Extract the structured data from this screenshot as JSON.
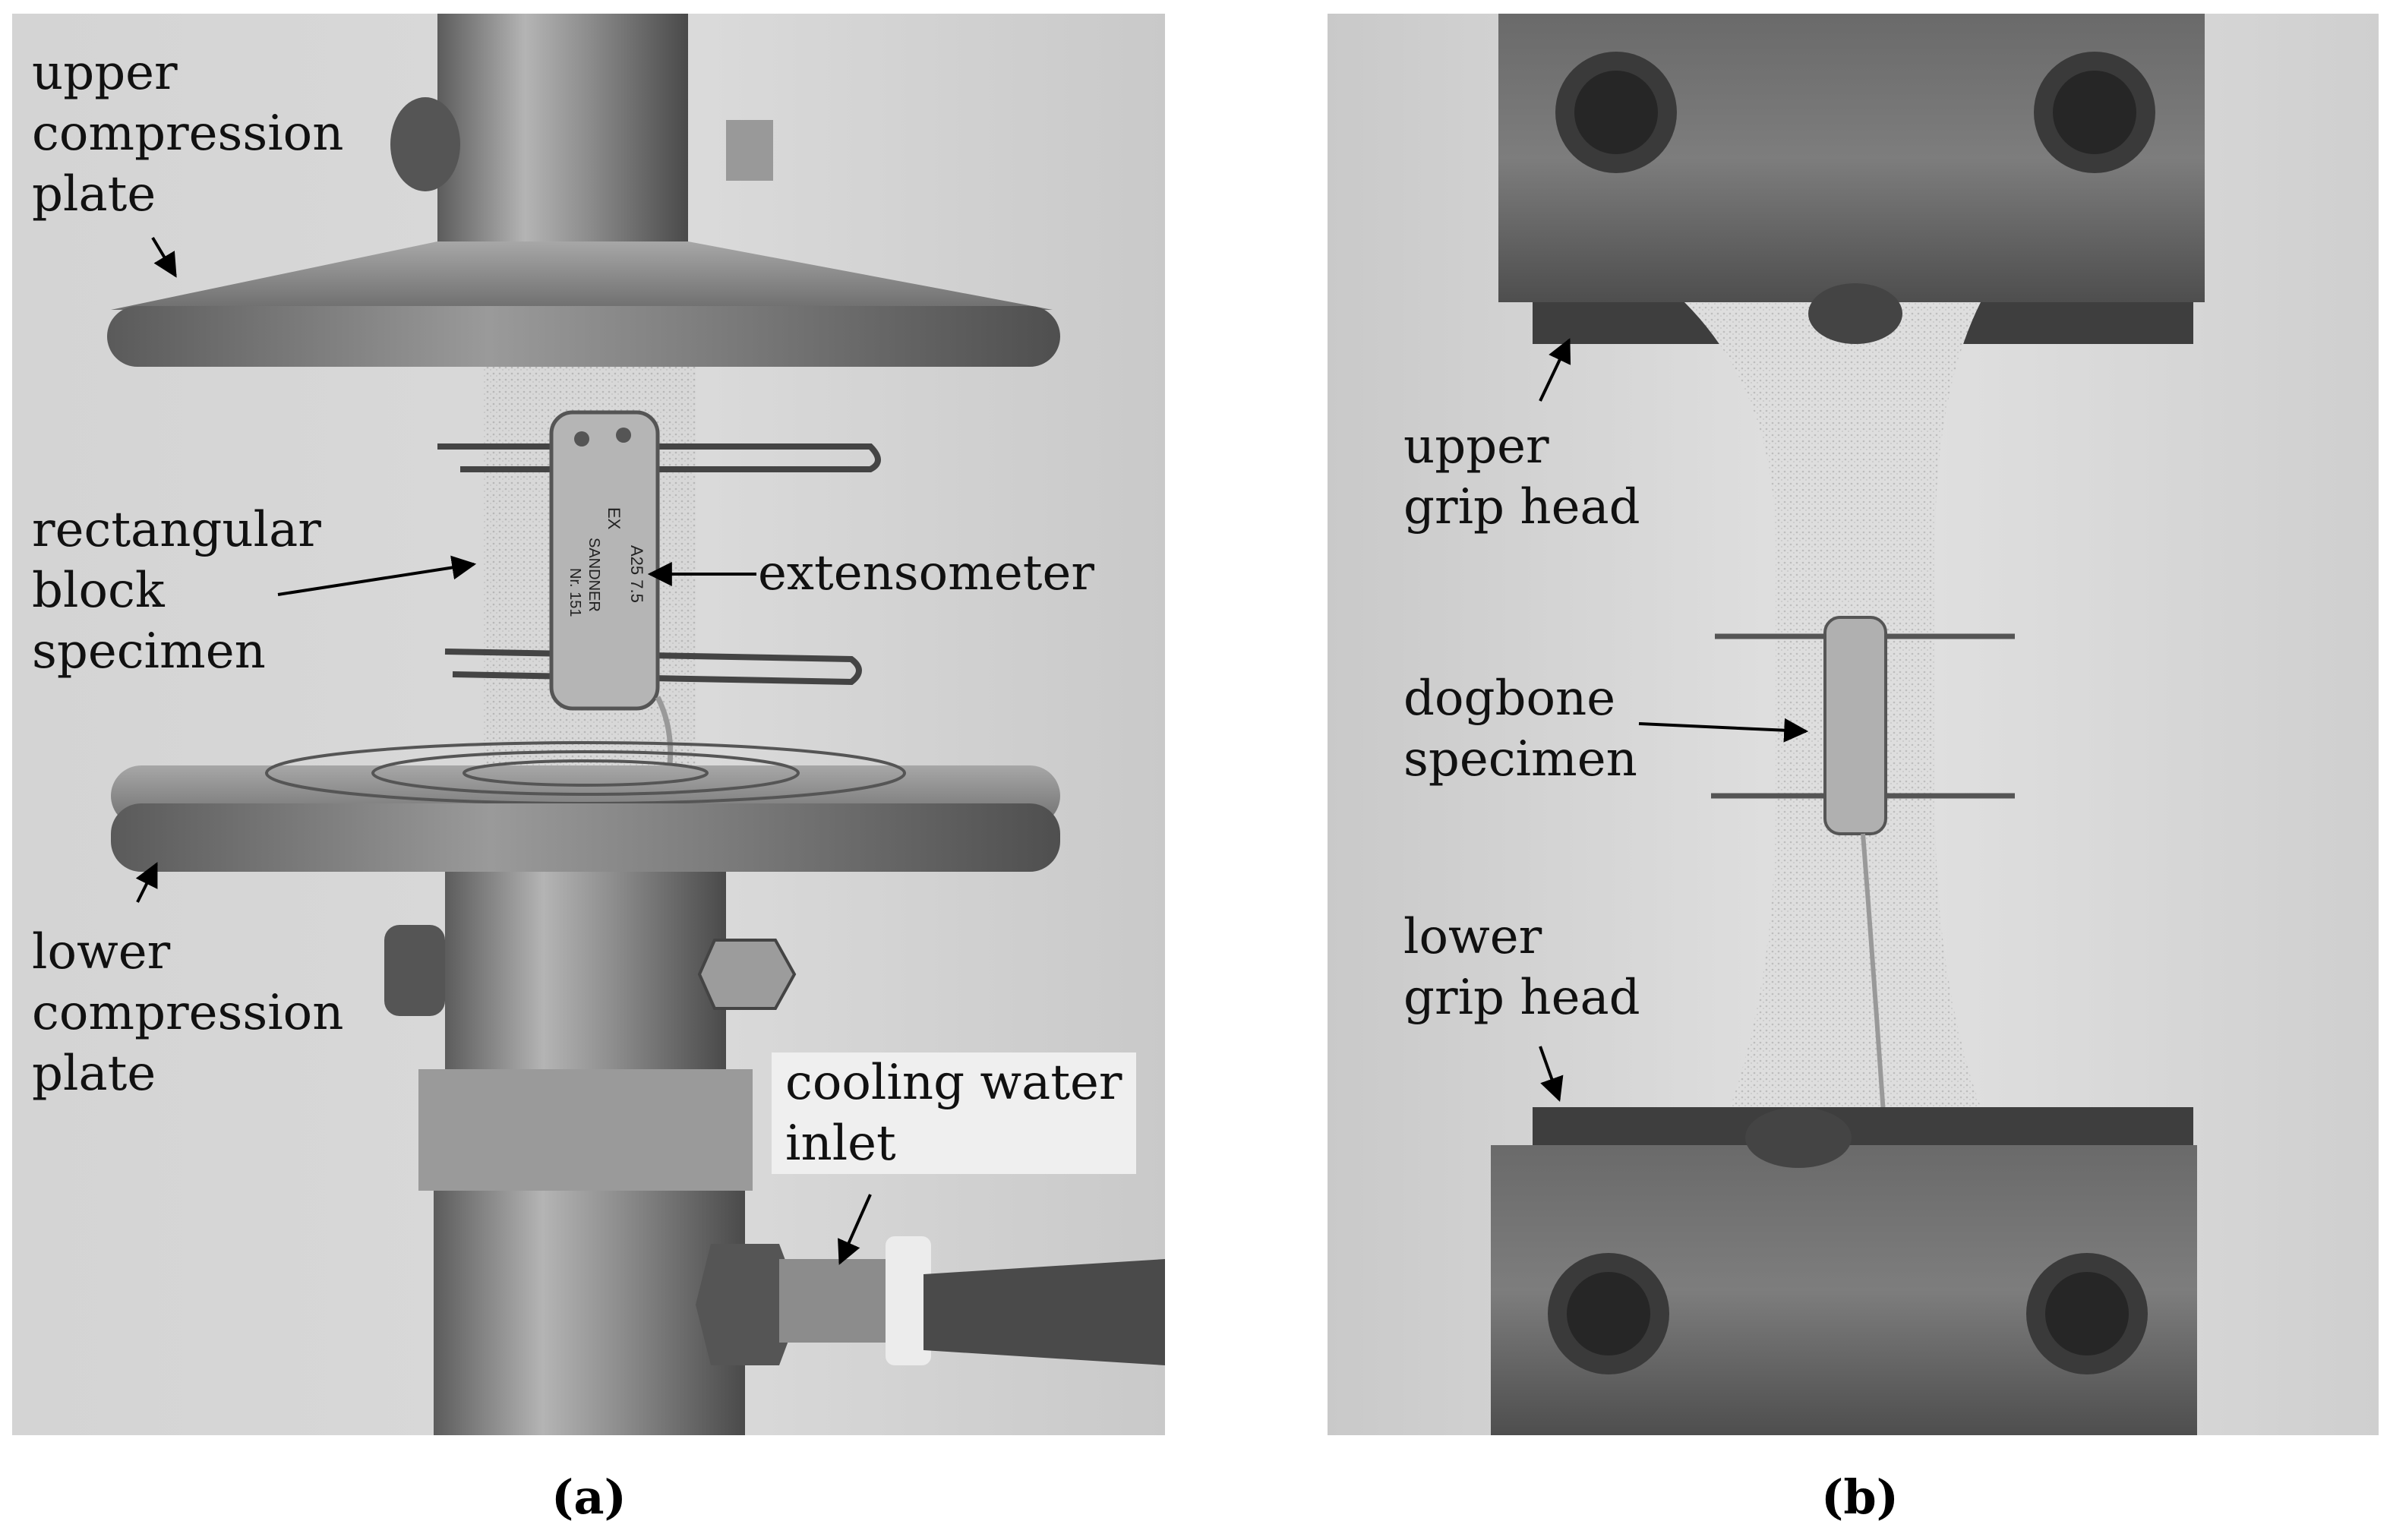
{
  "panels": {
    "a": {
      "caption": "(a)",
      "labels": {
        "upper_plate": "upper\ncompression\nplate",
        "block_specimen": "rectangular\nblock\nspecimen",
        "extensometer": "extensometer",
        "lower_plate": "lower\ncompression\nplate",
        "cooling_water": "cooling water\ninlet"
      }
    },
    "b": {
      "caption": "(b)",
      "labels": {
        "upper_grip": "upper\ngrip head",
        "dogbone": "dogbone\nspecimen",
        "lower_grip": "lower\ngrip head"
      }
    }
  },
  "extensometer_marking": {
    "line1": "EX",
    "line2": "A25 7.5",
    "line3": "SANDNER",
    "line4": "Nr. 151"
  }
}
